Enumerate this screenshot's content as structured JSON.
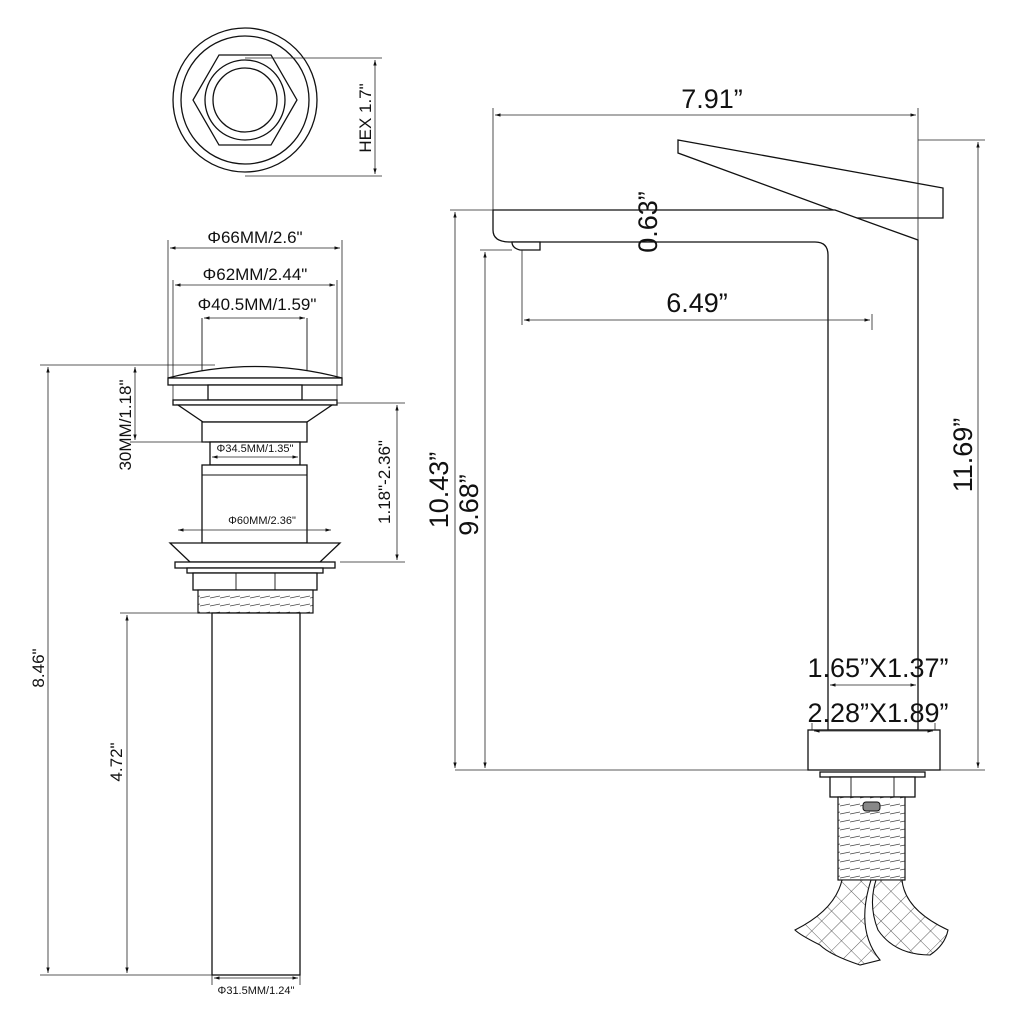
{
  "drain": {
    "hex_label": "HEX 1.7\"",
    "dia_66": "Φ66MM/2.6\"",
    "dia_62": "Φ62MM/2.44\"",
    "dia_40": "Φ40.5MM/1.59\"",
    "dia_34": "Φ34.5MM/1.35\"",
    "dia_60": "Φ60MM/2.36\"",
    "dia_31": "Φ31.5MM/1.24\"",
    "cap_height": "30MM/1.18\"",
    "adjust_range": "1.18\"-2.36\"",
    "total_height": "8.46\"",
    "pipe_length": "4.72\""
  },
  "faucet": {
    "width": "7.91”",
    "spout_thickness": "0.63”",
    "spout_reach": "6.49”",
    "spout_height_top": "10.43”",
    "spout_height_outlet": "9.68”",
    "total_height": "11.69”",
    "body_size": "1.65”X1.37”",
    "base_size": "2.28”X1.89”"
  },
  "colors": {
    "line": "#111111",
    "background": "#ffffff"
  }
}
